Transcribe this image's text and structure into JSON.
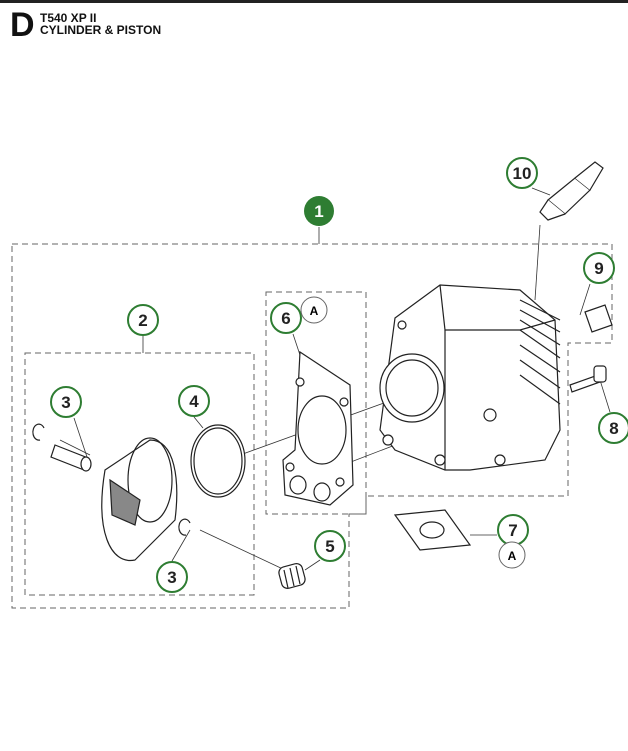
{
  "header": {
    "section": "D",
    "model": "T540 XP II",
    "title": "CYLINDER & PISTON"
  },
  "callouts": [
    {
      "label": "1",
      "filled": true
    },
    {
      "label": "2"
    },
    {
      "label": "3"
    },
    {
      "label": "4"
    },
    {
      "label": "3"
    },
    {
      "label": "5"
    },
    {
      "label": "6"
    },
    {
      "label": "7"
    },
    {
      "label": "8"
    },
    {
      "label": "9"
    },
    {
      "label": "10"
    }
  ],
  "markers": [
    "A",
    "A"
  ],
  "colors": {
    "callout": "#2e7d32",
    "line": "#333333"
  }
}
